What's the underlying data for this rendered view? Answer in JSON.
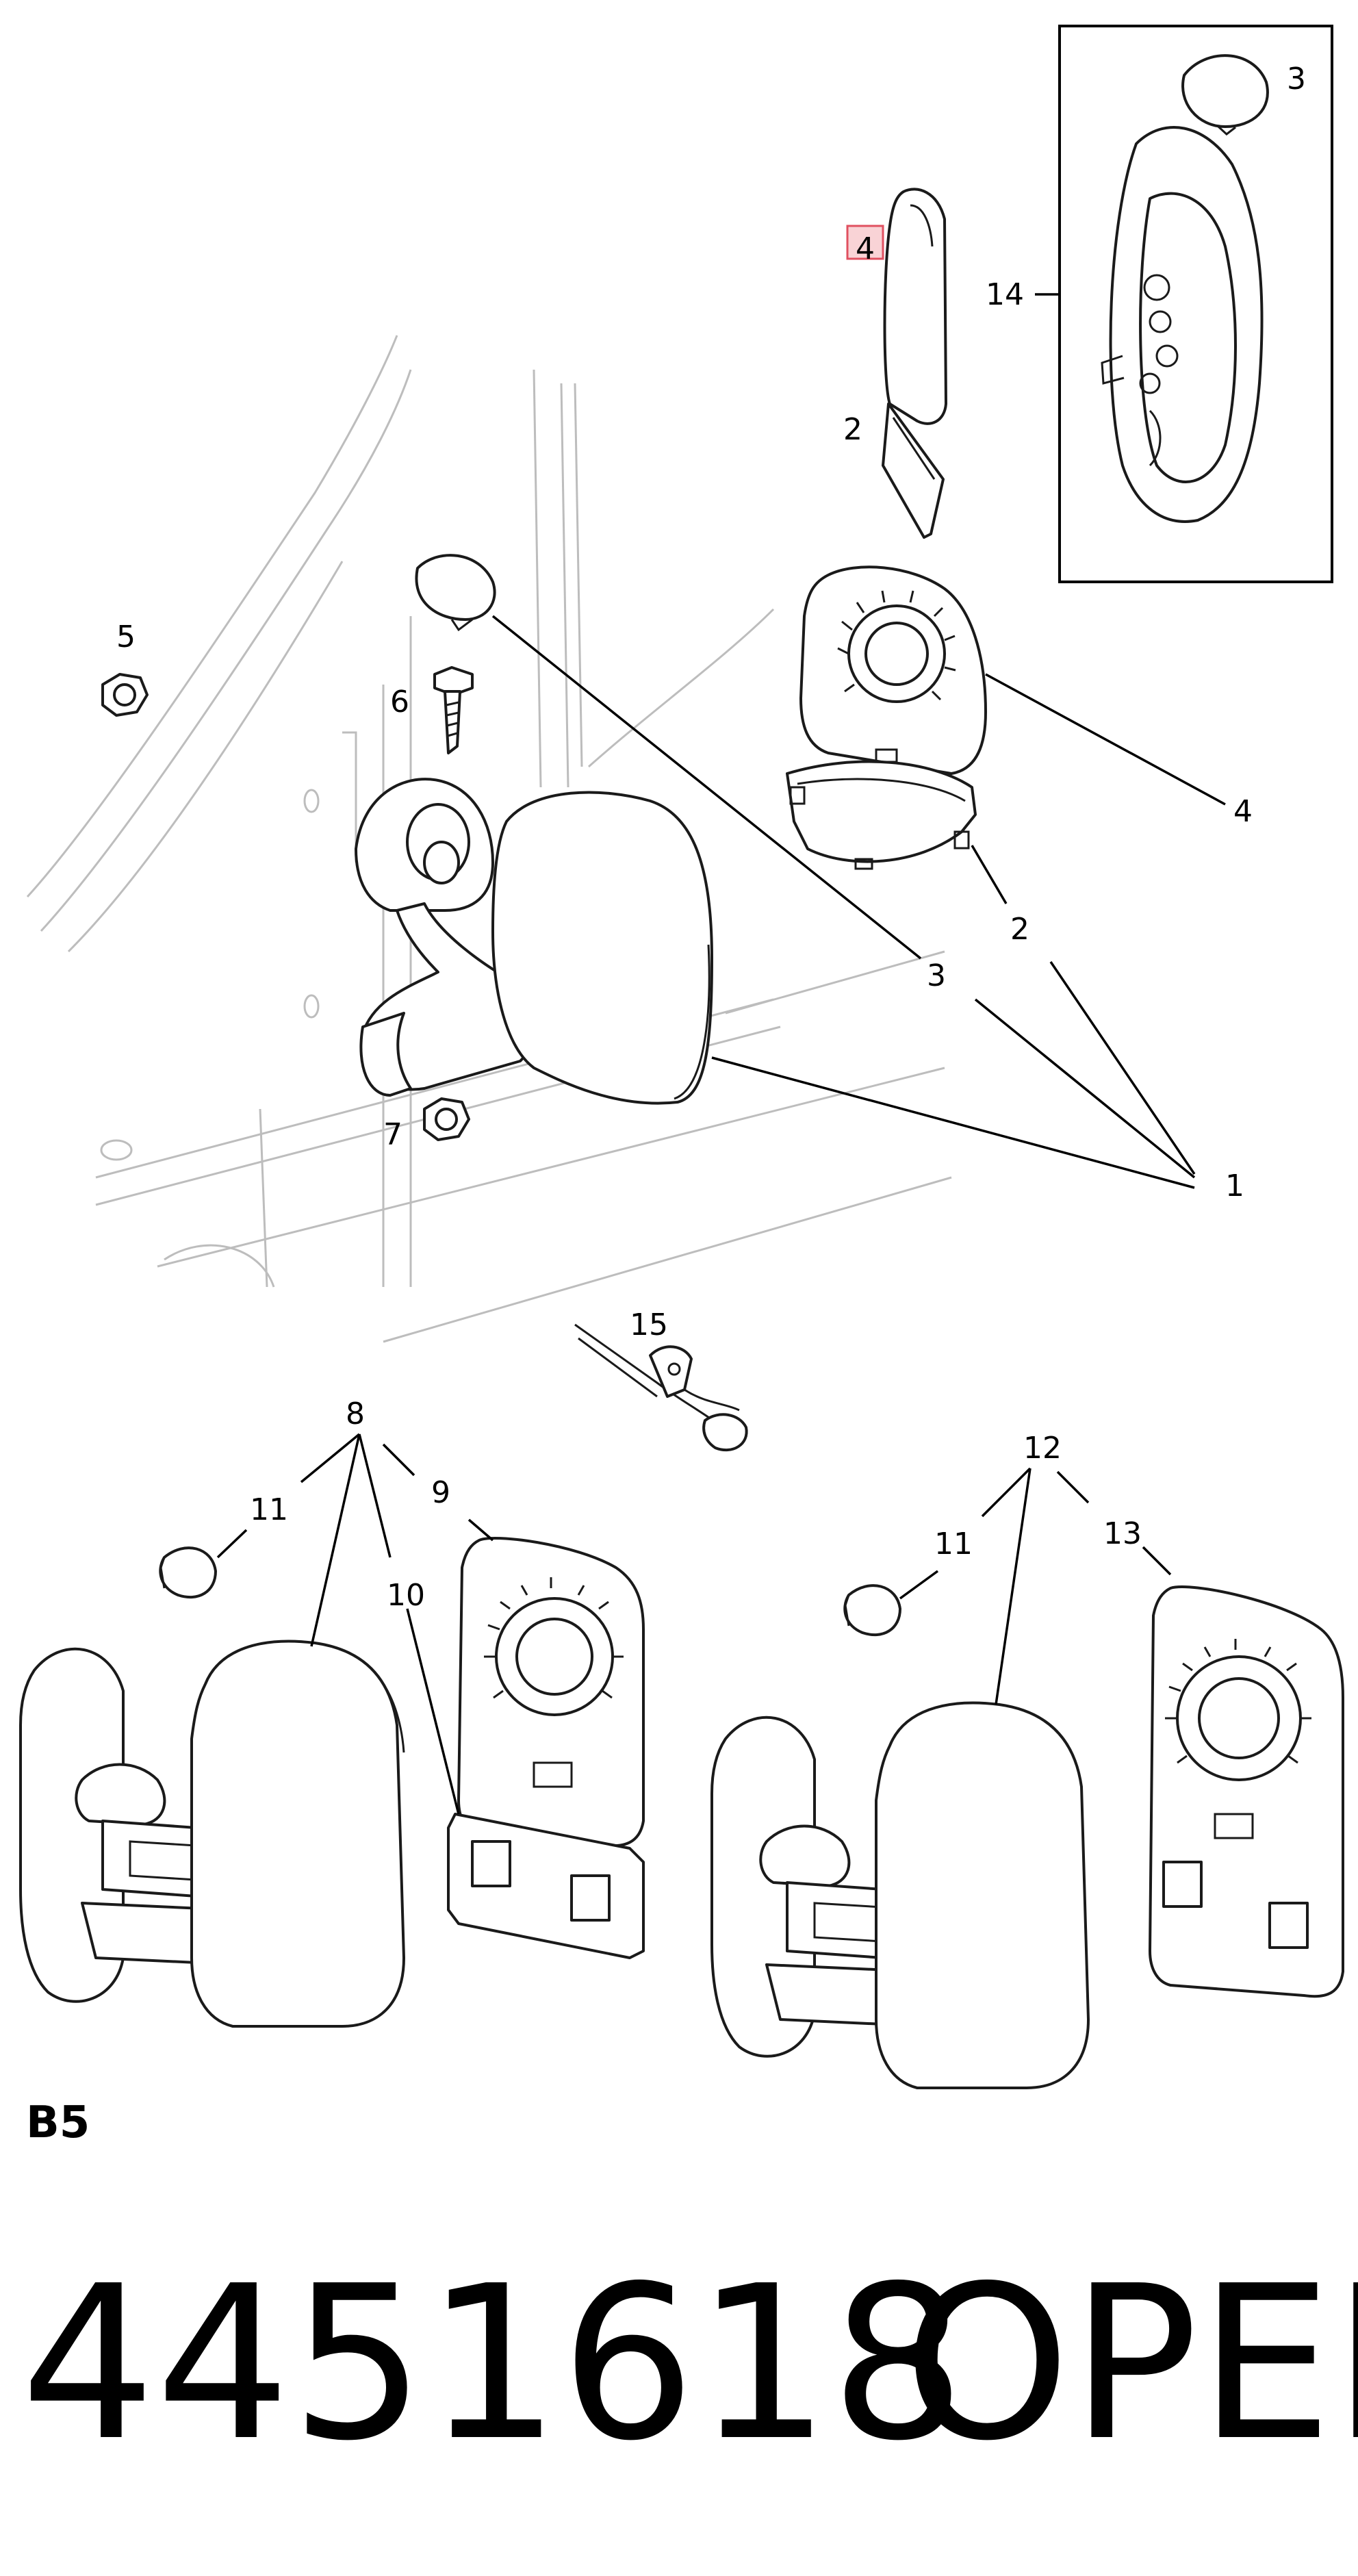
{
  "diagram": {
    "section_label": "B5",
    "part_number": "4451618",
    "brand": "OPEL",
    "callouts": {
      "c1": "1",
      "c2a": "2",
      "c2b": "2",
      "c3a": "3",
      "c3b": "3",
      "c4a": "4",
      "c4b": "4",
      "c5": "5",
      "c6": "6",
      "c7": "7",
      "c8": "8",
      "c9": "9",
      "c10": "10",
      "c11a": "11",
      "c11b": "11",
      "c12": "12",
      "c13": "13",
      "c14": "14",
      "c15": "15"
    }
  }
}
